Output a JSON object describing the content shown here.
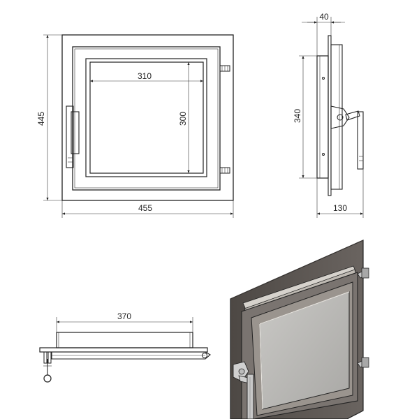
{
  "dimensions": {
    "front_width": "455",
    "front_height": "445",
    "glass_width": "310",
    "glass_height": "300",
    "side_depth": "40",
    "side_height": "340",
    "side_total_depth": "130",
    "top_width": "370"
  },
  "colors": {
    "line": "#222222",
    "frame_dark": "#5a5450",
    "frame_light": "#d6d2cc",
    "glass": "#b9b8b5",
    "handle_metal": "#c8c8c8"
  }
}
